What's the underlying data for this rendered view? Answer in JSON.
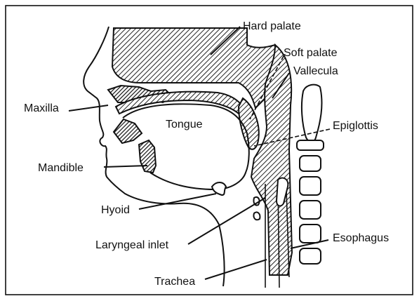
{
  "diagram": {
    "labels": {
      "hard_palate": "Hard palate",
      "soft_palate": "Soft palate",
      "vallecula": "Vallecula",
      "maxilla": "Maxilla",
      "tongue": "Tongue",
      "epiglottis": "Epiglottis",
      "mandible": "Mandible",
      "hyoid": "Hyoid",
      "laryngeal_inlet": "Laryngeal inlet",
      "esophagus": "Esophagus",
      "trachea": "Trachea"
    }
  }
}
